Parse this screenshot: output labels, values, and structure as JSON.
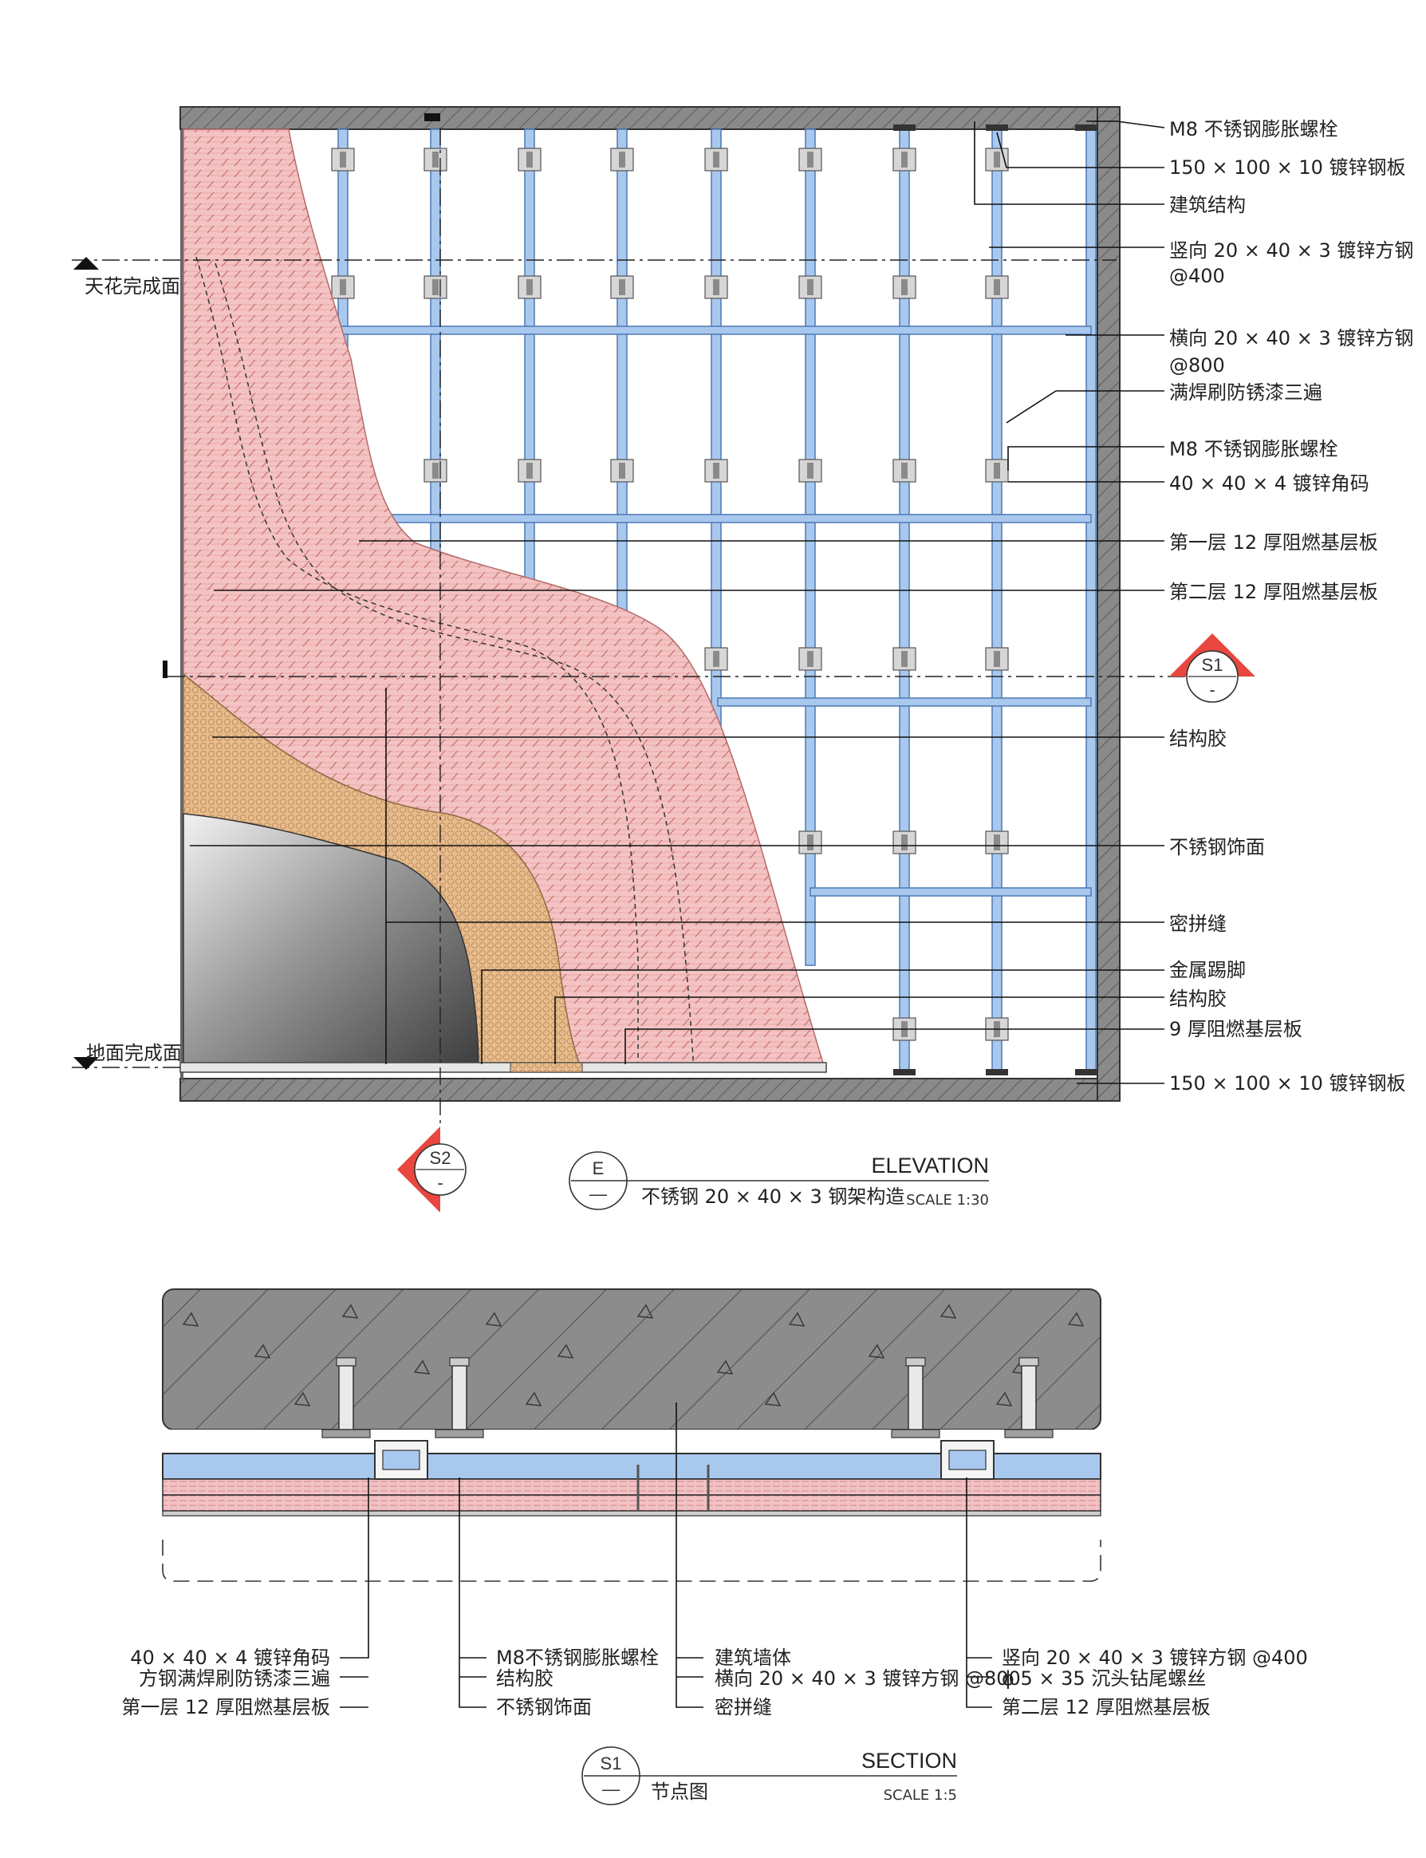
{
  "elevation": {
    "callouts_right": [
      "M8 不锈钢膨胀螺栓",
      "150 × 100 × 10 镀锌钢板",
      "建筑结构",
      "竖向 20 × 40 × 3 镀锌方钢",
      "@400",
      "横向 20 × 40 × 3 镀锌方钢",
      "@800",
      "满焊刷防锈漆三遍",
      "M8 不锈钢膨胀螺栓",
      "40 × 40 × 4 镀锌角码",
      "第一层 12 厚阻燃基层板",
      "第二层 12 厚阻燃基层板",
      "结构胶",
      "不锈钢饰面",
      "密拼缝",
      "金属踢脚",
      "结构胶",
      "9 厚阻燃基层板",
      "150 × 100 × 10 镀锌钢板"
    ],
    "level_ceiling": "天花完成面",
    "level_floor": "地面完成面",
    "section_mark_s1": {
      "id": "S1",
      "sub": "-"
    },
    "section_mark_s2": {
      "id": "S2",
      "sub": "-"
    },
    "title_mark": {
      "id": "E",
      "sub": "—"
    },
    "title": "ELEVATION",
    "subtitle": "不锈钢 20 × 40 × 3 钢架构造",
    "scale": "SCALE 1:30"
  },
  "section": {
    "callouts_col1": [
      "40 × 40 × 4 镀锌角码",
      "方钢满焊刷防锈漆三遍",
      "第一层 12 厚阻燃基层板"
    ],
    "callouts_col2": [
      "M8不锈钢膨胀螺栓",
      "结构胶",
      "不锈钢饰面"
    ],
    "callouts_col3": [
      "建筑墙体",
      "横向 20 × 40 × 3 镀锌方钢 @800",
      "密拼缝"
    ],
    "callouts_col4": [
      "竖向 20 × 40 × 3 镀锌方钢 @400",
      "ϕ 5 × 35 沉头钻尾螺丝",
      "第二层 12 厚阻燃基层板"
    ],
    "title_mark": {
      "id": "S1",
      "sub": "—"
    },
    "title": "SECTION",
    "subtitle": "节点图",
    "scale": "SCALE 1:5"
  },
  "colors": {
    "steel": "#a9c8ee",
    "steel_edge": "#4d79b3",
    "board_pink": "#f4c3c3",
    "board_line": "#d98b8b",
    "board_orange": "#e7bc8e",
    "concrete": "#8f8f8f",
    "mark_red": "#e8473f"
  }
}
